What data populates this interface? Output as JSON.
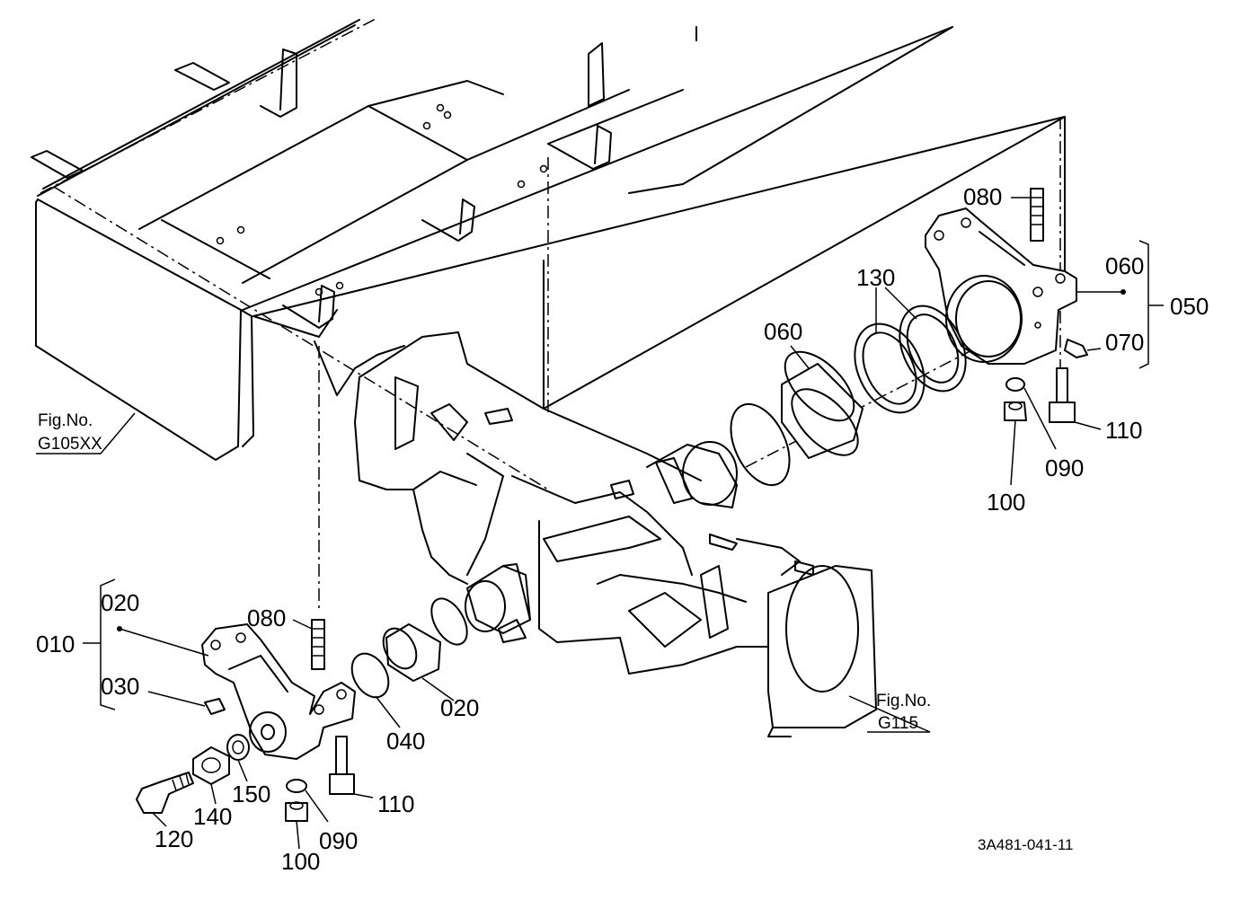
{
  "labels": {
    "p010": "010",
    "p020_left": "020",
    "p020": "020",
    "p030": "030",
    "p040": "040",
    "p050": "050",
    "p060_right": "060",
    "p060_center": "060",
    "p070": "070",
    "p080_left": "080",
    "p080_right": "080",
    "p090_left": "090",
    "p090_right": "090",
    "p100_left": "100",
    "p100_right": "100",
    "p110_left": "110",
    "p110_right": "110",
    "p120": "120",
    "p130": "130",
    "p140": "140",
    "p150": "150"
  },
  "figure_refs": {
    "frame": {
      "line1": "Fig.No.",
      "line2": "G105XX"
    },
    "axle": {
      "line1": "Fig.No.",
      "line2": "G115"
    }
  },
  "drawing_code": "3A481-041-11"
}
